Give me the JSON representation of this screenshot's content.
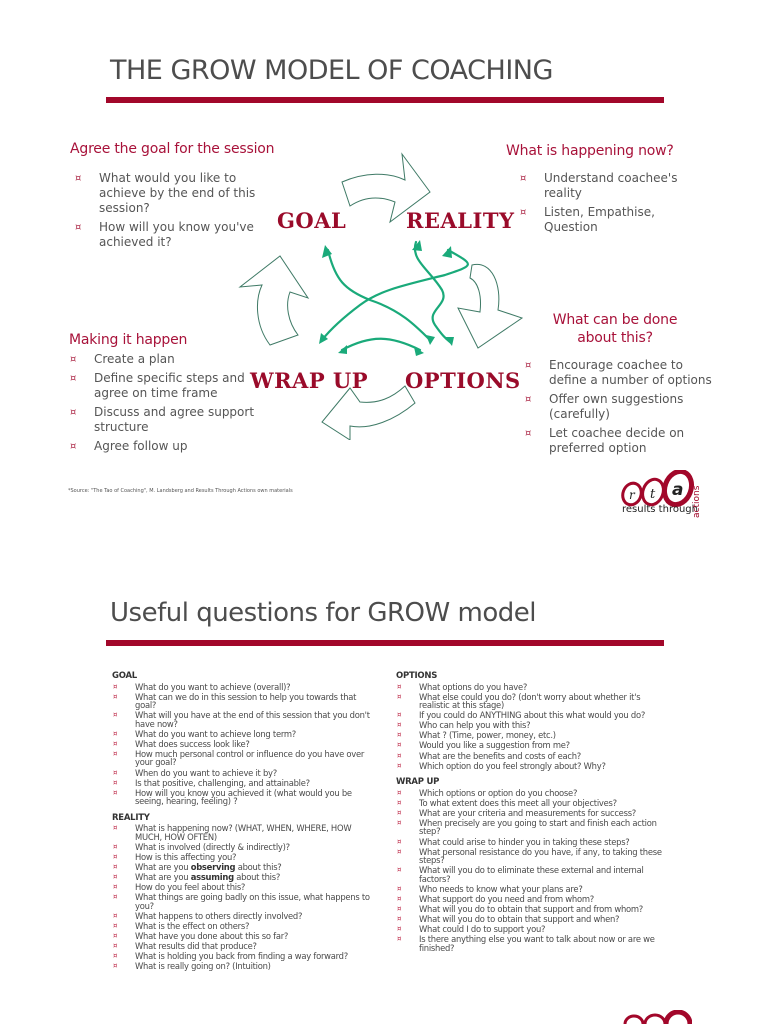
{
  "slide1": {
    "title": "THE GROW MODEL OF COACHING",
    "accent_color": "#a2072a",
    "arrow_color": "#1aaa7a",
    "stages": {
      "goal": "GOAL",
      "reality": "REALITY",
      "options": "OPTIONS",
      "wrap_up": "WRAP UP"
    },
    "goal_box": {
      "heading": "Agree the goal for the session",
      "items": [
        "What would you like to achieve by the end of this session?",
        "How will you know you've achieved it?"
      ]
    },
    "reality_box": {
      "heading": "What is happening now?",
      "items": [
        "Understand coachee's reality",
        "Listen, Empathise, Question"
      ]
    },
    "options_box": {
      "heading_line1": "What can be done",
      "heading_line2": "about this?",
      "items": [
        "Encourage coachee to define a number of options",
        "Offer own suggestions (carefully)",
        "Let coachee decide on preferred option"
      ]
    },
    "wrapup_box": {
      "heading": "Making it happen",
      "items": [
        "Create a plan",
        "Define specific steps and agree on time frame",
        "Discuss and agree support structure",
        "Agree follow up"
      ]
    },
    "bullet_glyph": "¤",
    "source_note": "*Source: \"The Tao of Coaching\", M. Landsberg and Results Through Actions own materials",
    "logo": {
      "letters": [
        "r",
        "t",
        "a"
      ],
      "text_main": "results through",
      "text_vertical": "actions"
    }
  },
  "slide2": {
    "title": "Useful questions for GROW model",
    "bullet_glyph": "¤",
    "sections": {
      "goal": {
        "label": "GOAL",
        "items": [
          "What do you want to achieve (overall)?",
          "What can we do in this session to help you towards that goal?",
          "What will you have at the end of this session that you don't have now?",
          "What do you want to achieve long term?",
          "What does success look like?",
          "How much personal control or influence do you have over your goal?",
          "When do you want to achieve it by?",
          "Is that positive, challenging, and attainable?",
          "How will you know you achieved it (what would you be seeing, hearing, feeling) ?"
        ]
      },
      "reality": {
        "label": "REALITY",
        "items": [
          "What is happening now? (WHAT, WHEN, WHERE, HOW MUCH, HOW OFTEN)",
          "What is involved (directly & indirectly)?",
          "How is this affecting you?",
          "What are you observing about this?",
          "What are you assuming about this?",
          "How do you feel about this?",
          "What things are going badly on this issue, what happens to you?",
          "What happens to others directly involved?",
          "What is the effect on others?",
          "What have you done about this so far?",
          "What results did that produce?",
          "What is holding you back from finding a way forward?",
          "What is really going on? (Intuition)"
        ],
        "observing_pre": "What are you ",
        "observing_bold": "observing",
        "observing_post": " about this?",
        "assuming_pre": "What are you ",
        "assuming_bold": "assuming",
        "assuming_post": " about this?"
      },
      "options": {
        "label": "OPTIONS",
        "items": [
          "What options do you have?",
          "What else could you do? (don't worry about whether it's realistic at this stage)",
          "If you could do ANYTHING about this what would you do?",
          "Who can help you with this?",
          "What ? (Time, power, money, etc.)",
          "Would you like a suggestion from me?",
          "What are the benefits and costs of each?",
          "Which option do you feel strongly about? Why?"
        ]
      },
      "wrap_up": {
        "label": "WRAP UP",
        "items": [
          "Which options or option do you choose?",
          "To what extent does this meet all your objectives?",
          "What are your criteria and measurements for success?",
          "When precisely are you going to start and finish each action step?",
          "What could arise to hinder you in taking these steps?",
          "What personal resistance do you have, if any, to taking these steps?",
          "What will you do to eliminate these external and internal factors?",
          "Who needs to know what your plans are?",
          "What support do you need and from whom?",
          "What will you do to obtain that support and from whom?",
          "What will you do to obtain that support and when?",
          "What could I do to support you?",
          "Is there anything else you want to talk about now or are we finished?"
        ]
      }
    }
  }
}
